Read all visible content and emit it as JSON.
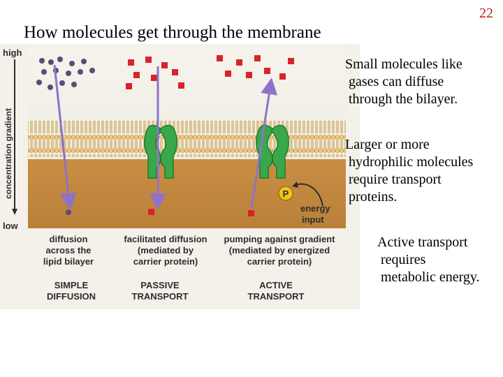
{
  "slide": {
    "number": "22",
    "title": "How molecules get through the membrane"
  },
  "figure": {
    "axis": {
      "high": "high",
      "low": "low",
      "label": "concentration gradient"
    },
    "energy_label_1": "energy",
    "energy_label_2": "input",
    "phosphate_label": "P",
    "columns": [
      {
        "caption": [
          "diffusion",
          "across the",
          "lipid bilayer"
        ],
        "category": [
          "SIMPLE",
          "DIFFUSION"
        ]
      },
      {
        "caption": [
          "facilitated diffusion",
          "(mediated by",
          "carrier protein)"
        ],
        "category": [
          "PASSIVE",
          "TRANSPORT"
        ]
      },
      {
        "caption": [
          "pumping against gradient",
          "(mediated by energized",
          "carrier protein)"
        ],
        "category": [
          "ACTIVE",
          "TRANSPORT"
        ]
      }
    ],
    "colors": {
      "background": "#f4f1ea",
      "membrane": "#e3b35c",
      "cytoplasm": "#c4873c",
      "protein": "#3aa84a",
      "molecule_red": "#d8232a",
      "molecule_purple": "#5b4a7a",
      "arrow": "#8e72c9"
    }
  },
  "bullets": [
    {
      "lines": [
        "Small molecules like",
        "gases can diffuse",
        "through the bilayer."
      ]
    },
    {
      "lines": [
        "Larger or more",
        "hydrophilic molecules",
        "require transport",
        "proteins."
      ]
    },
    {
      "lines": [
        "Active transport",
        "requires",
        "metabolic energy."
      ]
    }
  ]
}
